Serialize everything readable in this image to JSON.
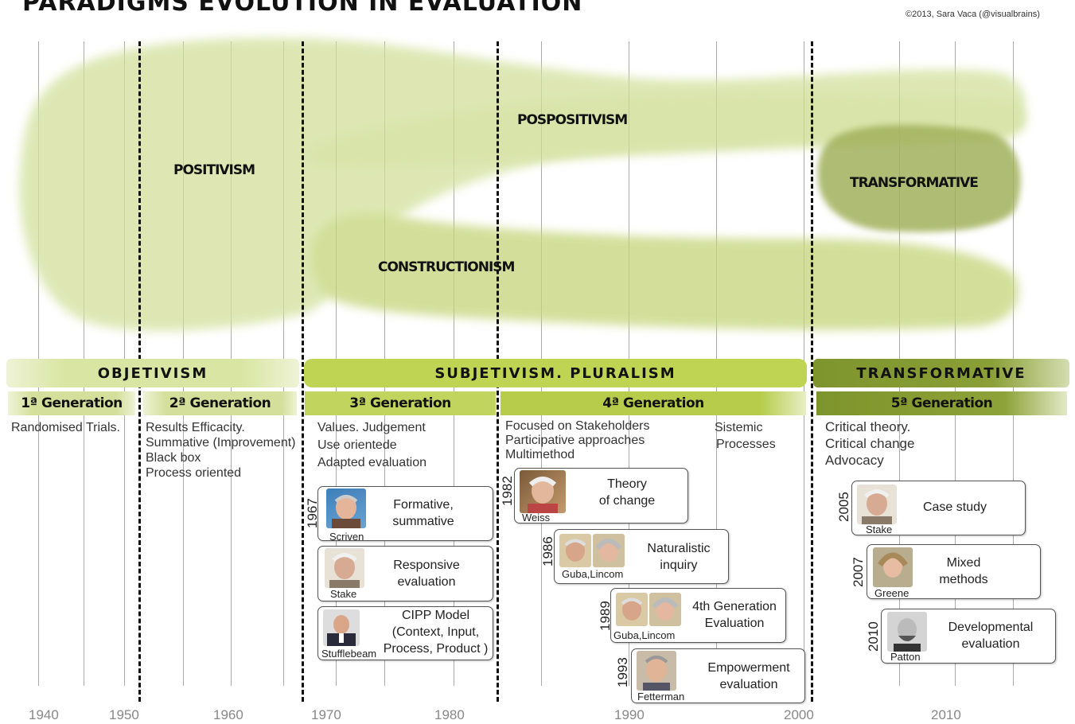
{
  "title": "PARADIGMS EVOLUTION IN EVALUATION",
  "credit": "©2013, Sara Vaca (@visualbrains)",
  "paradigms": {
    "positivism": "POSITIVISM",
    "pospositivism": "POSPOSITIVISM",
    "transformative": "TRANSFORMATIVE",
    "constructionism": "CONSTRUCTIONISM"
  },
  "bands": {
    "objetivism": "OBJETIVISM",
    "subjetivism": "SUBJETIVISM. PLURALISM",
    "transformative": "TRANSFORMATIVE"
  },
  "generations": {
    "g1": "1ª Generation",
    "g2": "2ª Generation",
    "g3": "3ª Generation",
    "g4": "4ª Generation",
    "g5": "5ª Generation"
  },
  "descriptions": {
    "g1": [
      "Randomised Trials."
    ],
    "g2": [
      "Results Efficacity.",
      "Summative (Improvement)",
      "Black box",
      "Process oriented"
    ],
    "g3": [
      "Values. Judgement",
      "Use orientede",
      "Adapted evaluation"
    ],
    "g4a": [
      "Focused on Stakeholders",
      "Participative approaches",
      "Multimethod"
    ],
    "g4b": [
      "Sistemic",
      "Processes"
    ],
    "g5": [
      "Critical theory.",
      "Critical change",
      "Advocacy"
    ]
  },
  "cards": [
    {
      "year": "1967",
      "lines": [
        "Formative,",
        "summative"
      ],
      "author": "Scriven"
    },
    {
      "year": "",
      "lines": [
        "Responsive",
        "evaluation"
      ],
      "author": "Stake"
    },
    {
      "year": "",
      "lines": [
        "CIPP Model",
        "(Context, Input,",
        "Process, Product )"
      ],
      "author": "Stufflebeam"
    },
    {
      "year": "1982",
      "lines": [
        "Theory",
        "of change"
      ],
      "author": "Weiss"
    },
    {
      "year": "1986",
      "lines": [
        "Naturalistic",
        "inquiry"
      ],
      "author": "Guba,Lincom"
    },
    {
      "year": "1989",
      "lines": [
        "4th Generation",
        "Evaluation"
      ],
      "author": "Guba,Lincom"
    },
    {
      "year": "1993",
      "lines": [
        "Empowerment",
        "evaluation"
      ],
      "author": "Fetterman"
    },
    {
      "year": "2005",
      "lines": [
        "Case study"
      ],
      "author": "Stake"
    },
    {
      "year": "2007",
      "lines": [
        "Mixed",
        "methods"
      ],
      "author": "Greene"
    },
    {
      "year": "2010",
      "lines": [
        "Developmental",
        "evaluation"
      ],
      "author": "Patton"
    }
  ],
  "axis": [
    "1940",
    "1950",
    "1960",
    "1970",
    "1980",
    "1990",
    "2000",
    "2010"
  ],
  "colors": {
    "light_green": "#dbe6ad",
    "mid_green": "#c7d87c",
    "band_light": "#d9e5a2",
    "band_mid": "#bed452",
    "band_dark": "#7e942c",
    "dark_blob": "#a2b15c"
  }
}
